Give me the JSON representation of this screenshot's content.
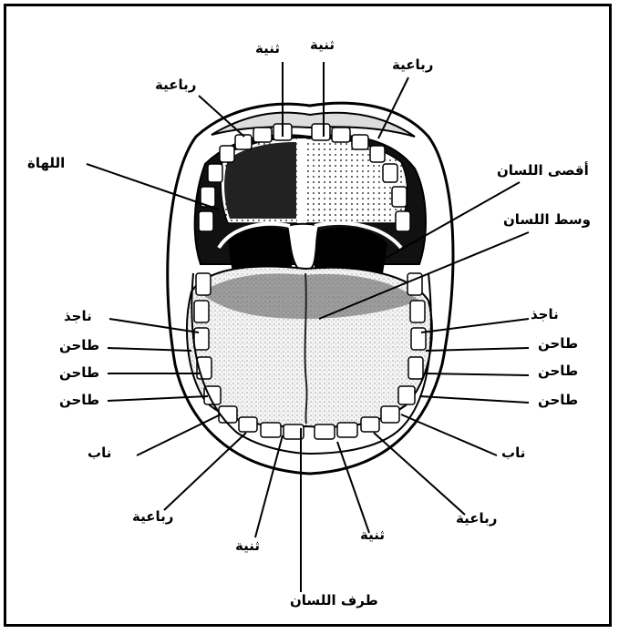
{
  "labels": {
    "upper_incisor_left": "ثنية",
    "upper_incisor_right": "ثنية",
    "upper_lateral_left": "رباعية",
    "upper_lateral_right": "رباعية",
    "uvula": "اللهاة",
    "tongue_back": "أقصى اللسان",
    "tongue_middle": "وسط اللسان",
    "left_premolar": "ناجذ",
    "left_molar_1": "طاحن",
    "left_molar_2": "طاحن",
    "left_molar_3": "طاحن",
    "right_premolar": "ناجذ",
    "right_molar_1": "طاحن",
    "right_molar_2": "طاحن",
    "right_molar_3": "طاحن",
    "left_canine": "ناب",
    "right_canine": "ناب",
    "lower_lateral_left": "رباعية",
    "lower_lateral_right": "رباعية",
    "lower_incisor_left": "ثنية",
    "lower_incisor_right": "ثنية",
    "tongue_tip": "طرف اللسان"
  },
  "colors": {
    "ink": "#000000",
    "paper": "#ffffff"
  }
}
